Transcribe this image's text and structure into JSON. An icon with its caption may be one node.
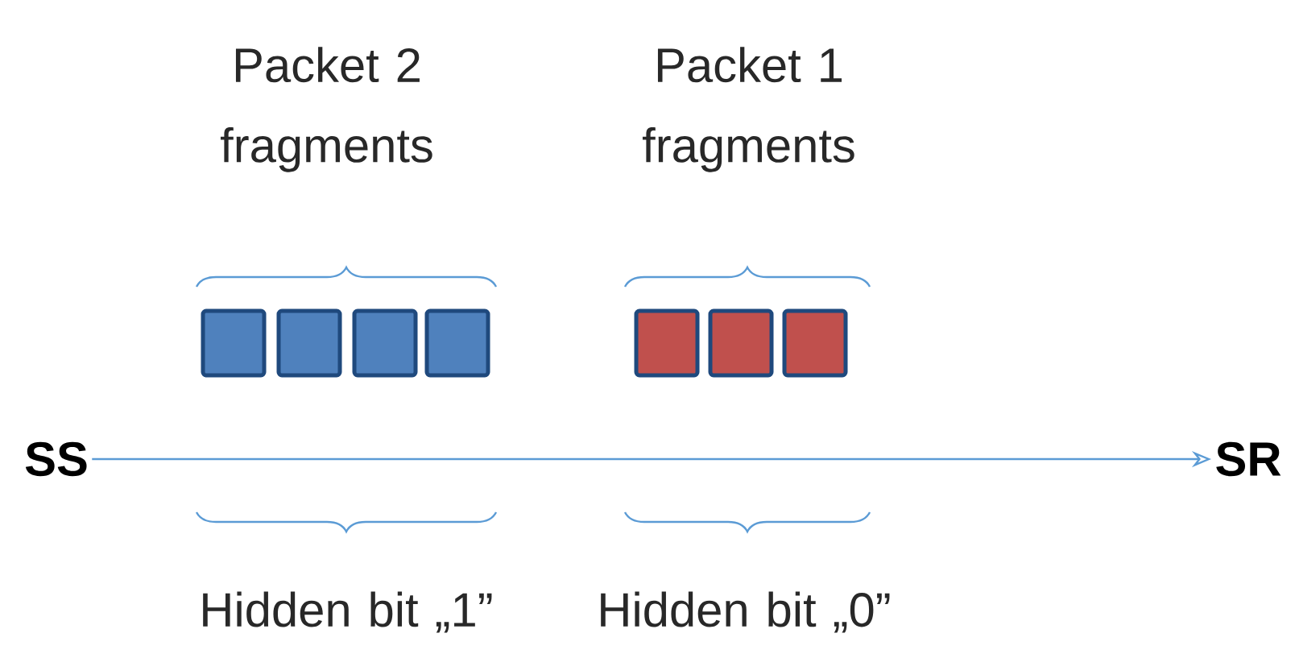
{
  "diagram": {
    "nodes": [
      {
        "text": [
          "SS"
        ]
      },
      {
        "text": [
          "SR"
        ]
      }
    ],
    "edges": [
      {
        "from": 0,
        "to": 1,
        "arrow": "to"
      }
    ],
    "labels": [
      "Packet 2 fragments",
      "Packet 1 fragments",
      "Hidden bit „1”",
      "Hidden bit „0”"
    ]
  }
}
